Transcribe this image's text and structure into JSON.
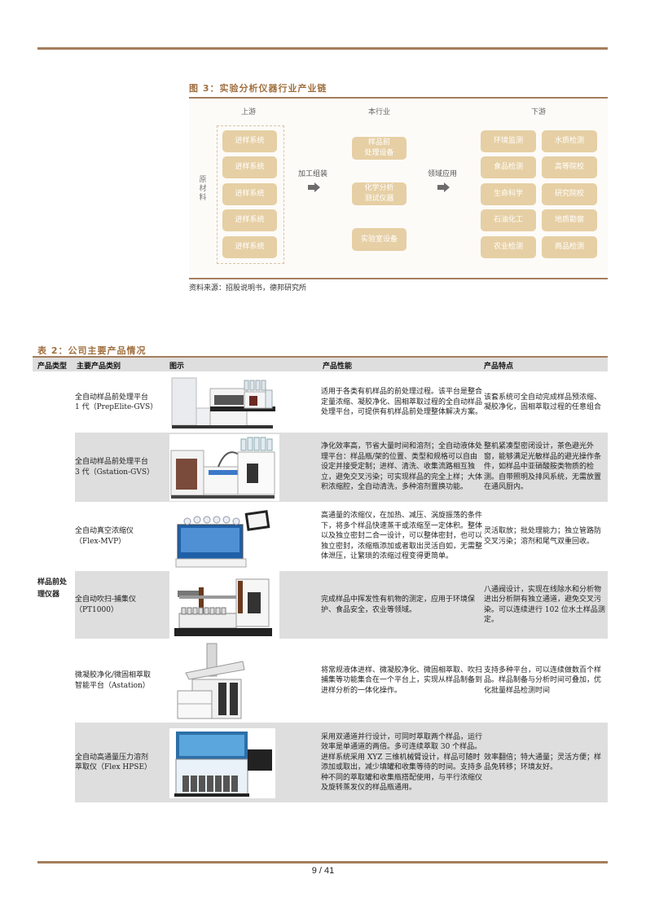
{
  "figure": {
    "title": "图 3：实验分析仪器行业产业链",
    "columns": {
      "upstream": "上游",
      "industry": "本行业",
      "downstream": "下游"
    },
    "raw_material_label": "原材料",
    "upstream_boxes": [
      "进样系统",
      "进样系统",
      "进样系统",
      "进样系统",
      "进样系统"
    ],
    "arrow1_label": "加工组装",
    "industry_boxes": [
      "样品前\n处理设备",
      "化学分析\n测试仪器",
      "实验室设备"
    ],
    "arrow2_label": "领域应用",
    "downstream_boxes_left": [
      "环境监测",
      "食品检测",
      "生命科学",
      "石油化工",
      "农业检测"
    ],
    "downstream_boxes_right": [
      "水质检测",
      "高等院校",
      "研究院校",
      "地质勘察",
      "商品检测"
    ],
    "source": "资料来源：招股说明书，德邦研究所",
    "box_color": "#e6cfa4"
  },
  "table": {
    "title": "表 2：公司主要产品情况",
    "headers": [
      "产品类型",
      "主要产品类别",
      "图示",
      "产品性能",
      "产品特点"
    ],
    "product_type": "样品前处\n理仪器",
    "rows": [
      {
        "category": "全自动样品前处理平台\n1 代（PrepElite-GVS）",
        "image": "PrepElite-GVS instrument photo",
        "performance": "适用于各类有机样品的前处理过程。该平台是整合定量浓缩、凝胶净化、固相萃取过程的全自动样品处理平台，可提供有机样品前处理整体解决方案。",
        "features": "该套系统可全自动完成样品预浓缩、凝胶净化，固相萃取过程的任意组合"
      },
      {
        "category": "全自动样品前处理平台\n3 代（Gstation-GVS）",
        "image": "Gstation-GVS instrument photo",
        "performance": "净化效率高，节省大量时间和溶剂；全自动液体处理平台：样品瓶/架的位置、类型和规格可以自由设定并接受定制；进样、清洗、收集流路相互独立，避免交叉污染；可实现样品的完全上样；大体积浓缩腔，全自动清洗，多种溶剂置换功能。",
        "features": "整机紧凑型密闭设计，茶色避光外窗，能够满足光敏样品的避光操作条件，如样品中亚硝酸胺类物质的检测。自带照明及排风系统，无需放置在通风厨内。"
      },
      {
        "category": "全自动真空浓缩仪\n（Flex-MVP）",
        "image": "Flex-MVP instrument photo",
        "performance": "高通量的浓缩仪，在加热、减压、涡旋振荡的条件下，将多个样品快速蒸干或浓缩至一定体积。整体以及独立密封二合一设计，可以整体密封，也可以独立密封，浓缩瓶添加或者取出灵活自如，无需整体泄压，让繁琐的浓缩过程变得更简单。",
        "features": "灵活取放；批处理能力；独立管路防交叉污染；溶剂和尾气双重回收。"
      },
      {
        "category": "全自动吹扫-捕集仪\n（PT1000）",
        "image": "PT1000 instrument photo",
        "performance": "完成样品中挥发性有机物的测定，应用于环境保护、食品安全，农业等领域。",
        "features": "八通阀设计，实现在线除水和分析物进出分析阱有独立通道，避免交叉污染。可以连续进行 102 位水土样品测定。"
      },
      {
        "category": "微凝胶净化/微固相萃取\n智能平台（Astation）",
        "image": "Astation instrument photo",
        "performance": "将常规液体进样、微凝胶净化、微固相萃取、吹扫捕集等功能集合在一个平台上，实现从样品制备到进样分析的一体化操作。",
        "features": "支持多种平台，可以连续做数百个样品。样品制备与分析时间可叠加，优化批量样品检测时间"
      },
      {
        "category": "全自动高通量压力溶剂\n萃取仪（Flex HPSE）",
        "image": "Flex HPSE instrument photo",
        "performance": "采用双通道并行设计，可同时萃取两个样品，运行效率是单通道的两倍。多可连续萃取 30 个样品。进样系统采用 XYZ 三维机械臂设计，样品可随时添加或取出，减少填罐和收集等待的时间。支持多种不同的萃取罐和收集瓶搭配使用，与平行浓缩仪及旋转蒸发仪的样品瓶通用。",
        "features": "效率翻倍；特大通量；灵活方便；样品免转移；环境友好。"
      }
    ]
  },
  "footer": {
    "page": "9 / 41"
  },
  "colors": {
    "accent_rule": "#a47e5c",
    "title_brown": "#a0703f",
    "row_grey": "#dedede"
  }
}
